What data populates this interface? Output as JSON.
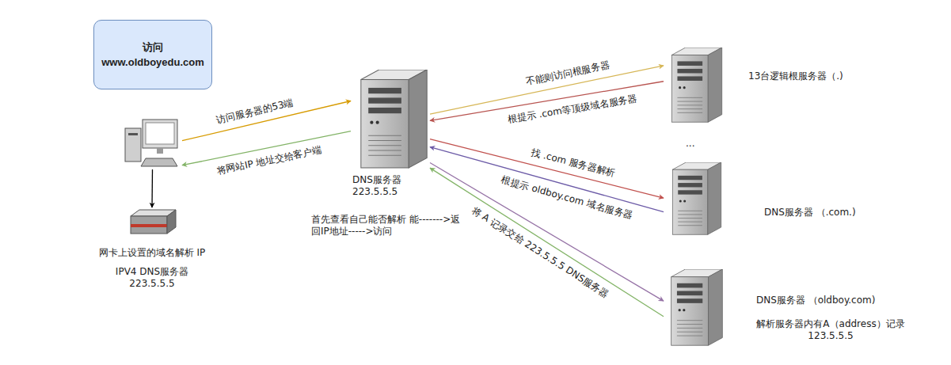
{
  "diagram": {
    "nodes": [
      {
        "text": [
          "访问 www.oldboyedu.com"
        ]
      },
      {
        "text": []
      },
      {
        "text": [
          "网卡上设置的域名解析 IP",
          "IPV4 DNS服务器 223.5.5.5"
        ]
      },
      {
        "text": [
          "DNS服务器 223.5.5.5"
        ]
      },
      {
        "text": [
          "13台逻辑根服务器（.)"
        ]
      },
      {
        "text": [
          "DNS服务器 （.com.)"
        ]
      },
      {
        "text": [
          "DNS服务器 （oldboy.com)",
          "解析服务器内有A（address）记录 123.5.5.5"
        ]
      }
    ],
    "edges": [
      {
        "from": 1,
        "to": 3,
        "arrow": "to",
        "label": "访问服务器的53端"
      },
      {
        "from": 3,
        "to": 1,
        "arrow": "to",
        "label": "将网站IP 地址交给客户端"
      },
      {
        "from": 1,
        "to": 2,
        "arrow": "to"
      },
      {
        "from": 3,
        "to": 4,
        "arrow": "to",
        "label": "不能则访问根服务器"
      },
      {
        "from": 4,
        "to": 3,
        "arrow": "to",
        "label": "根提示 .com等顶级域名服务器"
      },
      {
        "from": 3,
        "to": 5,
        "arrow": "to",
        "label": "找 .com 服务器解析"
      },
      {
        "from": 5,
        "to": 3,
        "arrow": "to",
        "label": "根提示 oldboy.com 域名服务器"
      },
      {
        "from": 3,
        "to": 6,
        "arrow": "to"
      },
      {
        "from": 6,
        "to": 3,
        "arrow": "to",
        "label": "将 A 记录交给 223.5.5.5 DNS服务器"
      }
    ],
    "labels": [
      "...",
      "首先查看自己能否解析 能------->返回IP地址----->访问"
    ]
  }
}
